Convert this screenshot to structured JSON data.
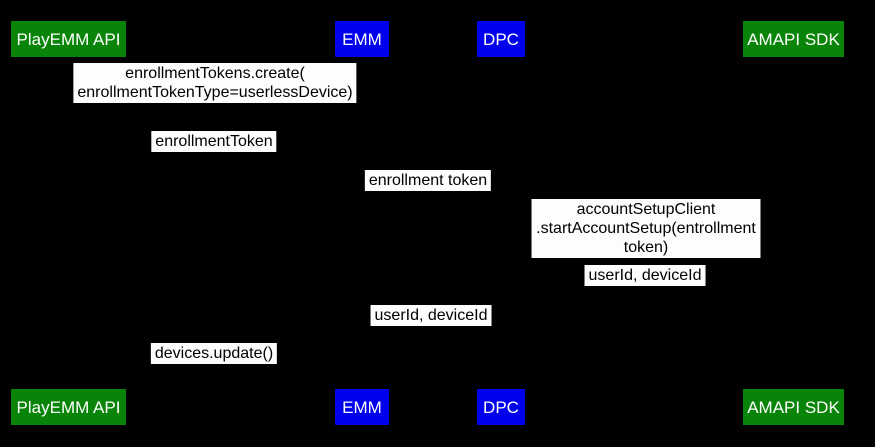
{
  "diagram": {
    "background_color": "#000000",
    "green_color": "#088408",
    "blue_color": "#0000ee",
    "label_bg_color": "#fdfdfd",
    "actors": [
      {
        "label": "PlayEMM API",
        "color": "green"
      },
      {
        "label": "EMM",
        "color": "blue"
      },
      {
        "label": "DPC",
        "color": "blue"
      },
      {
        "label": "AMAPI SDK",
        "color": "green"
      }
    ],
    "messages": [
      {
        "text": "enrollmentTokens.create(\nenrollmentTokenType=userlessDevice)"
      },
      {
        "text": "enrollmentToken"
      },
      {
        "text": "enrollment token"
      },
      {
        "text": "accountSetupClient\n.startAccountSetup(entrollment token)"
      },
      {
        "text": "userId, deviceId"
      },
      {
        "text": "userId, deviceId"
      },
      {
        "text": "devices.update()"
      }
    ]
  }
}
